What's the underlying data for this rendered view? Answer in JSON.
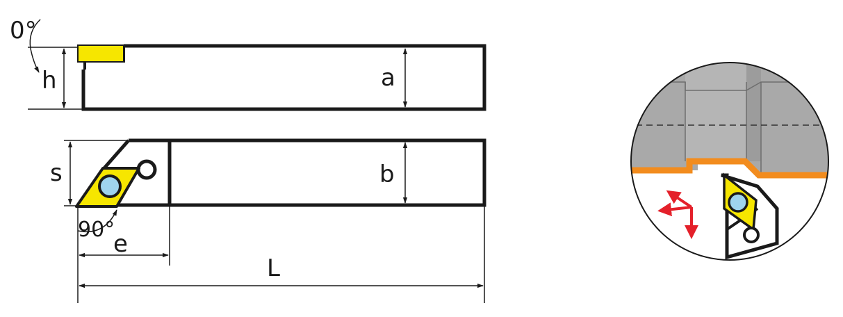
{
  "labels": {
    "angle_top": "0°",
    "h": "h",
    "a": "a",
    "s": "s",
    "b": "b",
    "angle_bottom": "90°",
    "e": "e",
    "L": "L"
  },
  "colors": {
    "outline": "#1a1a1a",
    "insert": "#f6e600",
    "insert_hole": "#9fd4ee",
    "workpiece": "#a9a9a9",
    "profile": "#f28c1e",
    "feed_arrows": "#e4202a"
  },
  "icons": [
    "tool-holder-side-view",
    "tool-holder-top-view",
    "machining-detail-magnifier"
  ]
}
